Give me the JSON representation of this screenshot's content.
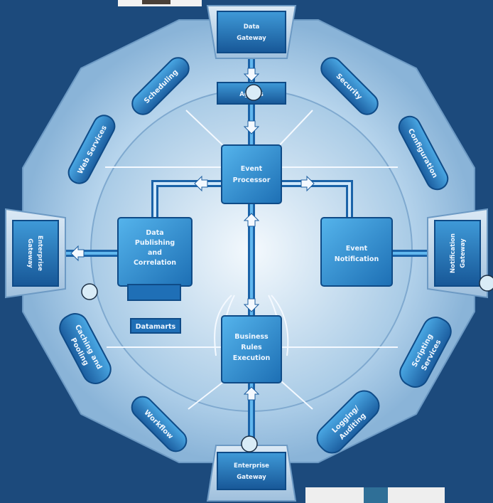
{
  "diagram": {
    "core": {
      "event_processor": [
        "Event",
        "Processor"
      ],
      "data_publishing": [
        "Data",
        "Publishing",
        "and",
        "Correlation"
      ],
      "event_notification": [
        "Event",
        "Notification"
      ],
      "business_rules": [
        "Business",
        "Rules",
        "Execution"
      ],
      "datamarts": "Datamarts"
    },
    "ports": {
      "top": [
        "Data",
        "Gateway"
      ],
      "top_inner": "Agents",
      "left": [
        "Enterprise",
        "Gateway"
      ],
      "right": [
        "Notification",
        "Gateway"
      ],
      "bottom": [
        "Enterprise",
        "Gateway"
      ]
    },
    "services": [
      {
        "id": "scheduling",
        "label": "Scheduling"
      },
      {
        "id": "security",
        "label": "Security"
      },
      {
        "id": "web-services",
        "label": "Web Services"
      },
      {
        "id": "configuration",
        "label": "Configuration"
      },
      {
        "id": "caching-pooling",
        "label": [
          "Caching and",
          "Pooling"
        ]
      },
      {
        "id": "scripting-services",
        "label": [
          "Scripting",
          "Services"
        ]
      },
      {
        "id": "workflow",
        "label": "Workflow"
      },
      {
        "id": "logging-auditing",
        "label": [
          "Logging/",
          "Auditing"
        ]
      }
    ]
  }
}
